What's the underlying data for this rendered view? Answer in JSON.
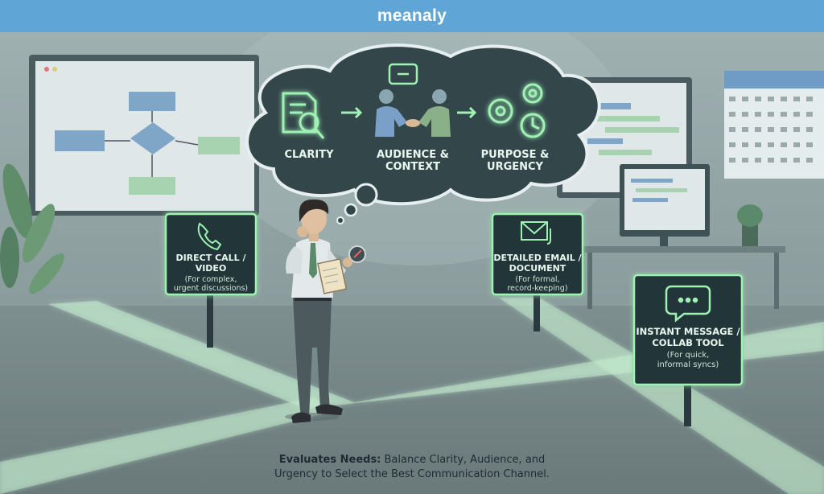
{
  "header": {
    "brand": "meanaly"
  },
  "thought": {
    "items": [
      {
        "icon": "document-magnifier-icon",
        "label_line1": "CLARITY",
        "label_line2": ""
      },
      {
        "icon": "handshake-icon",
        "label_line1": "AUDIENCE &",
        "label_line2": "CONTEXT"
      },
      {
        "icon": "gears-clock-icon",
        "label_line1": "PURPOSE &",
        "label_line2": "URGENCY"
      }
    ]
  },
  "signs": {
    "call": {
      "icon": "phone-icon",
      "line1": "DIRECT CALL /",
      "line2": "VIDEO",
      "sub1": "(For complex,",
      "sub2": "urgent discussions)"
    },
    "email": {
      "icon": "envelope-icon",
      "line1": "DETAILED EMAIL /",
      "line2": "DOCUMENT",
      "sub1": "(For formal,",
      "sub2": "record-keeping)"
    },
    "chat": {
      "icon": "chat-bubble-icon",
      "line1": "INSTANT MESSAGE /",
      "line2": "COLLAB TOOL",
      "sub1": "(For quick,",
      "sub2": "informal syncs)"
    }
  },
  "caption": {
    "bold": "Evaluates Needs:",
    "rest1": " Balance Clarity, Audience, and",
    "line2": "Urgency to Select the Best Communication Channel."
  },
  "colors": {
    "glow": "#9ff2b4",
    "sign_bg": "#243438",
    "bubble_bg": "#33474b",
    "header": "#5fa6d6"
  }
}
